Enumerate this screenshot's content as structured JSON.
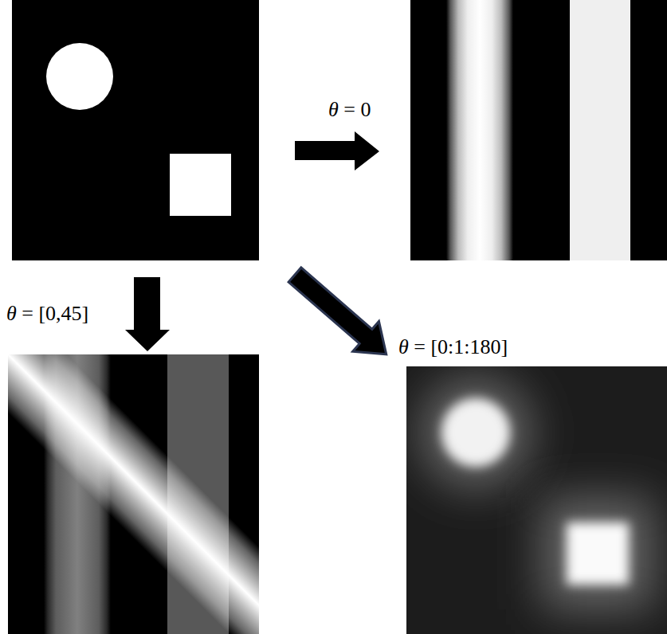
{
  "diagram": {
    "labels": [
      "θ = 0",
      "θ = [0,45]",
      "θ = [0:1:180]"
    ]
  }
}
